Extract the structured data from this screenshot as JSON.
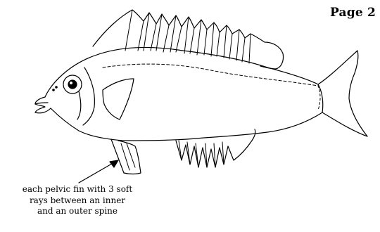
{
  "page": {
    "label": "Page 2"
  },
  "figure": {
    "subject": "fish",
    "caption_lines": [
      "each pelvic fin with 3 soft",
      "rays between an inner",
      "and an outer spine"
    ],
    "stroke_color": "#000000",
    "background": "#ffffff"
  }
}
